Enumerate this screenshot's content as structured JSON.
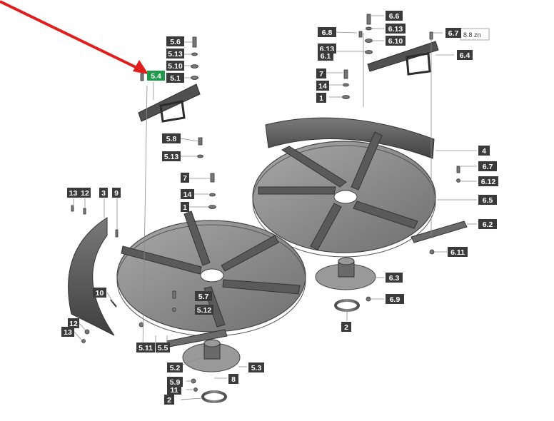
{
  "colors": {
    "label_bg": "#3a3a3a",
    "label_fg": "#ffffff",
    "highlight_bg": "#1f9a4a",
    "arrow": "#e11d1d",
    "part_dark": "#5e5e5e",
    "part_mid": "#8a8a8a",
    "part_light": "#b9b9b9",
    "leader": "#8a8a8a"
  },
  "arrow": {
    "target_label": "5.4"
  },
  "side_note": "8.8 zn",
  "labels": {
    "lab_5_6": "5.6",
    "lab_5_13a": "5.13",
    "lab_5_10": "5.10",
    "lab_5_4": "5.4",
    "lab_5_1": "5.1",
    "lab_5_8": "5.8",
    "lab_5_13b": "5.13",
    "lab_7a": "7",
    "lab_14a": "14",
    "lab_1a": "1",
    "lab_13a": "13",
    "lab_12a": "12",
    "lab_3": "3",
    "lab_9": "9",
    "lab_10": "10",
    "lab_12b": "12",
    "lab_13b": "13",
    "lab_5_7": "5.7",
    "lab_5_12": "5.12",
    "lab_5_11": "5.11",
    "lab_5_5": "5.5",
    "lab_5_2": "5.2",
    "lab_5_3": "5.3",
    "lab_8": "8",
    "lab_5_9": "5.9",
    "lab_11": "11",
    "lab_2a": "2",
    "lab_6_6": "6.6",
    "lab_6_8": "6.8",
    "lab_6_13a": "6.13",
    "lab_6_10": "6.10",
    "lab_6_13b": "6.13",
    "lab_6_1": "6.1",
    "lab_6_7a": "6.7",
    "lab_6_4": "6.4",
    "lab_7b": "7",
    "lab_14b": "14",
    "lab_1b": "1",
    "lab_4": "4",
    "lab_6_7b": "6.7",
    "lab_6_12": "6.12",
    "lab_6_5": "6.5",
    "lab_6_2": "6.2",
    "lab_6_11": "6.11",
    "lab_6_3": "6.3",
    "lab_6_9": "6.9",
    "lab_2b": "2"
  }
}
